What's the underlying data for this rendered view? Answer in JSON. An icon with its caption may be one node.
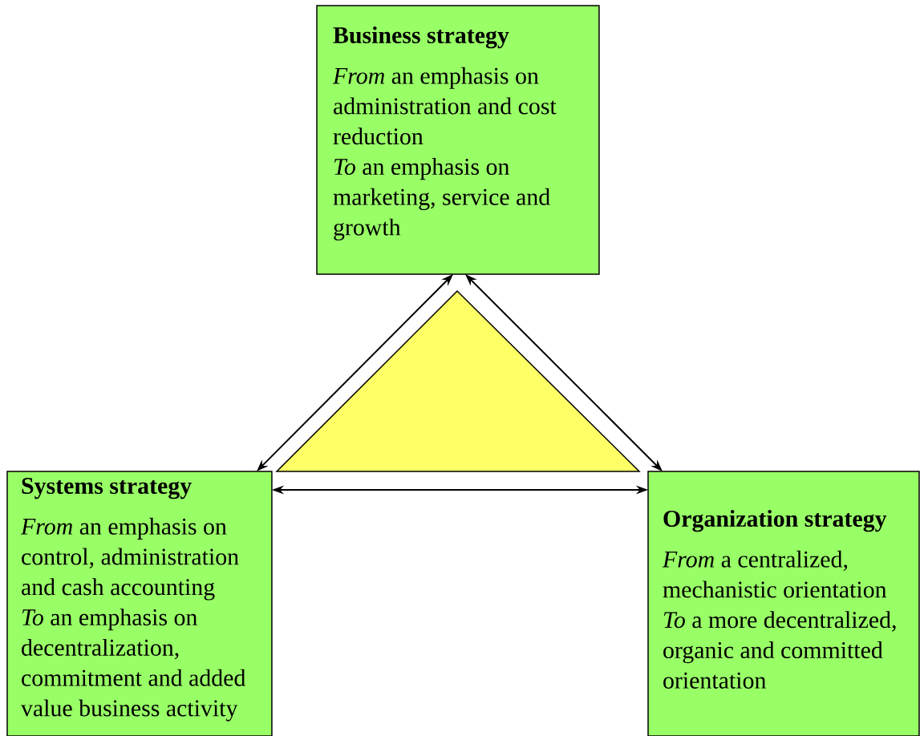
{
  "diagram": {
    "nodes": [
      {
        "text": [
          "Business strategy",
          "*From* an emphasis on administration and cost reduction",
          "*To* an emphasis on marketing, service and growth"
        ]
      },
      {
        "text": [],
        "shape": "triangle"
      },
      {
        "text": [
          "Systems strategy",
          "*From* an emphasis on control, administration and cash accounting",
          "*To* an emphasis on decentralization, commitment and added value business activity"
        ]
      },
      {
        "text": [
          "Organization strategy",
          "*From* a centralized, mechanistic orientation",
          "*To* a more decentralized, organic and committed orientation"
        ]
      }
    ],
    "edges": [
      {
        "from": 0,
        "to": 2,
        "arrow": "both"
      },
      {
        "from": 0,
        "to": 3,
        "arrow": "both"
      },
      {
        "from": 2,
        "to": 3,
        "arrow": "both"
      }
    ]
  }
}
